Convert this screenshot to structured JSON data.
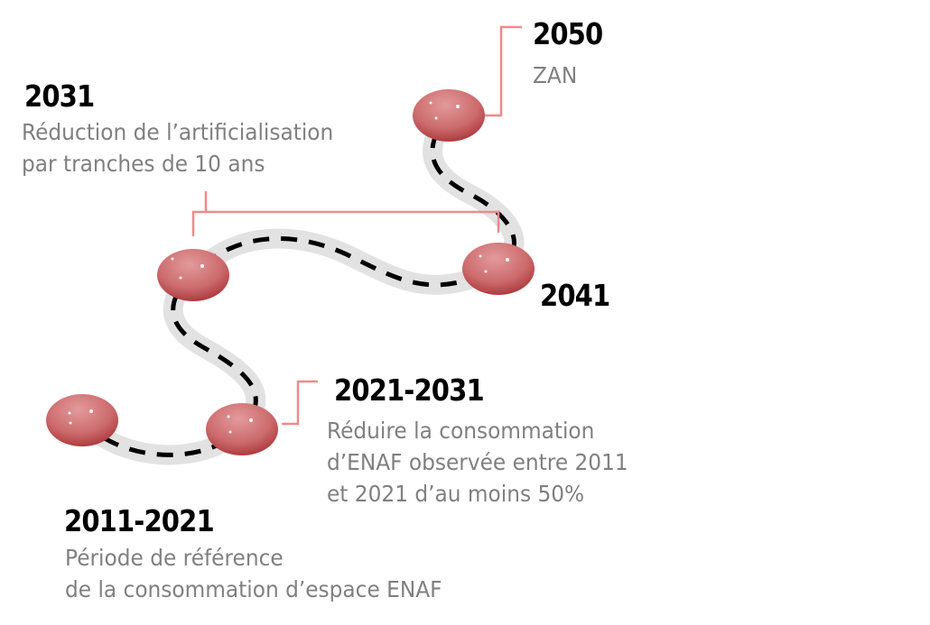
{
  "milestones": [
    {
      "year": "2011-2021",
      "lines": [
        "Période de référence",
        "de la consommation d’espace ENAF"
      ]
    },
    {
      "year": "2021-2031",
      "lines": [
        "Réduire la consommation",
        "d’ENAF observée entre 2011",
        "et 2021 d’au moins 50%"
      ]
    },
    {
      "year": "2031",
      "lines": [
        "Réduction de l’artificialisation",
        "par tranches de 10 ans"
      ]
    },
    {
      "year": "2041",
      "lines": []
    },
    {
      "year": "2050",
      "lines": [
        "ZAN"
      ]
    }
  ],
  "colors": {
    "node": "#c95a5c",
    "connector": "#f08a8a",
    "road": "#e0e0e0",
    "text_muted": "#808080"
  }
}
